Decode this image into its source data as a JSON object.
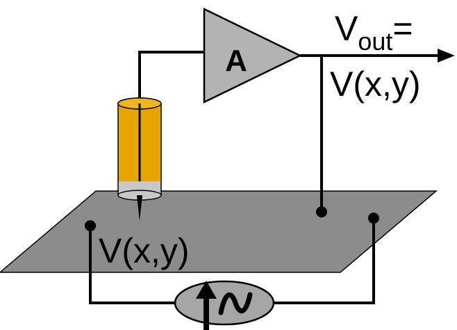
{
  "amplifier": {
    "label": "A"
  },
  "output": {
    "line1_main": "V",
    "line1_sub": "out",
    "line1_eq": "=",
    "line2": "V(x,y)"
  },
  "sample": {
    "label": "V(x,y)"
  },
  "colors": {
    "amplifier_fill": "#b3b3b3",
    "sample_plate": "#8c8c8c",
    "probe_body": "#e8a400",
    "probe_tip": "#c8c8c8",
    "source_fill": "#a6a6a6",
    "wire": "#000000"
  },
  "icons": {
    "source": "ac-source-with-arrow-icon",
    "output_arrow": "arrow-right-icon"
  }
}
